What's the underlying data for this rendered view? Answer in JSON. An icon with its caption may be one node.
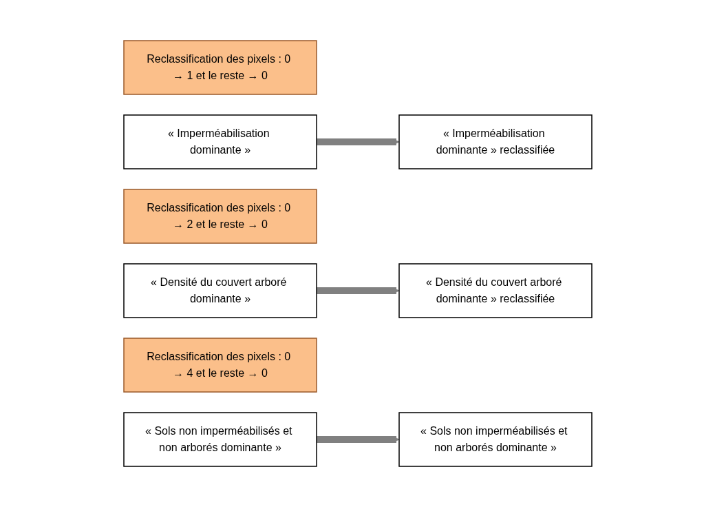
{
  "diagram": {
    "nodes": [
      {
        "text": [
          "Reclassification des pixels : 0 → 1 et le reste → 0"
        ]
      },
      {
        "text": [
          "« Imperméabilisation dominante »"
        ]
      },
      {
        "text": [
          "« Imperméabilisation dominante » reclassifiée"
        ]
      },
      {
        "text": [
          "Reclassification des pixels : 0 → 2 et le reste → 0"
        ]
      },
      {
        "text": [
          "« Densité du couvert arboré dominante »"
        ]
      },
      {
        "text": [
          "« Densité du couvert arboré dominante » reclassifiée"
        ]
      },
      {
        "text": [
          "Reclassification des pixels : 0 → 4 et le reste → 0"
        ]
      },
      {
        "text": [
          "« Sols non imperméabilisés et non arborés dominante »"
        ]
      },
      {
        "text": [
          "« Sols non imperméabilisés et non arborés dominante »"
        ]
      }
    ],
    "edges": [
      {
        "from": 1,
        "to": 2,
        "arrow": "to"
      },
      {
        "from": 4,
        "to": 5,
        "arrow": "to"
      },
      {
        "from": 7,
        "to": 8,
        "arrow": "to"
      }
    ]
  }
}
